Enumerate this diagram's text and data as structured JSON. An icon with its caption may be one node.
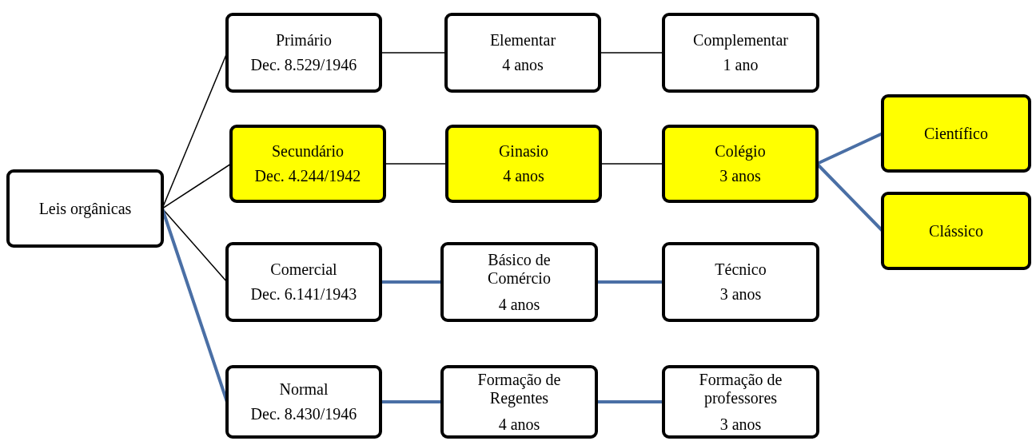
{
  "diagram": {
    "nodes": [
      {
        "text": [
          "Leis orgânicas"
        ]
      },
      {
        "text": [
          "Primário",
          "Dec. 8.529/1946"
        ]
      },
      {
        "text": [
          "Elementar",
          "4 anos"
        ]
      },
      {
        "text": [
          "Complementar",
          "1 ano"
        ]
      },
      {
        "text": [
          "Secundário",
          "Dec. 4.244/1942"
        ]
      },
      {
        "text": [
          "Ginasio",
          "4 anos"
        ]
      },
      {
        "text": [
          "Colégio",
          "3 anos"
        ]
      },
      {
        "text": [
          "Científico"
        ]
      },
      {
        "text": [
          "Clássico"
        ]
      },
      {
        "text": [
          "Comercial",
          "Dec. 6.141/1943"
        ]
      },
      {
        "text": [
          "Básico de Comércio",
          "4 anos"
        ]
      },
      {
        "text": [
          "Técnico",
          "3 anos"
        ]
      },
      {
        "text": [
          "Normal",
          "Dec. 8.430/1946"
        ]
      },
      {
        "text": [
          "Formação de Regentes",
          "4 anos"
        ]
      },
      {
        "text": [
          "Formação de professores",
          "3 anos"
        ]
      }
    ],
    "edges": [
      {
        "from": 0,
        "to": 1,
        "arrow": "none"
      },
      {
        "from": 0,
        "to": 4,
        "arrow": "none"
      },
      {
        "from": 0,
        "to": 9,
        "arrow": "none"
      },
      {
        "from": 0,
        "to": 12,
        "arrow": "none",
        "style": "thick",
        "color": "#4a6fa5"
      },
      {
        "from": 1,
        "to": 2,
        "arrow": "none"
      },
      {
        "from": 2,
        "to": 3,
        "arrow": "none"
      },
      {
        "from": 4,
        "to": 5,
        "arrow": "none"
      },
      {
        "from": 5,
        "to": 6,
        "arrow": "none"
      },
      {
        "from": 6,
        "to": 7,
        "arrow": "none",
        "style": "thick",
        "color": "#4a6fa5"
      },
      {
        "from": 6,
        "to": 8,
        "arrow": "none",
        "style": "thick",
        "color": "#4a6fa5"
      },
      {
        "from": 9,
        "to": 10,
        "arrow": "none",
        "style": "thick",
        "color": "#4a6fa5"
      },
      {
        "from": 10,
        "to": 11,
        "arrow": "none",
        "style": "thick",
        "color": "#4a6fa5"
      },
      {
        "from": 12,
        "to": 13,
        "arrow": "none",
        "style": "thick",
        "color": "#4a6fa5"
      },
      {
        "from": 13,
        "to": 14,
        "arrow": "none",
        "style": "thick",
        "color": "#4a6fa5"
      }
    ]
  }
}
